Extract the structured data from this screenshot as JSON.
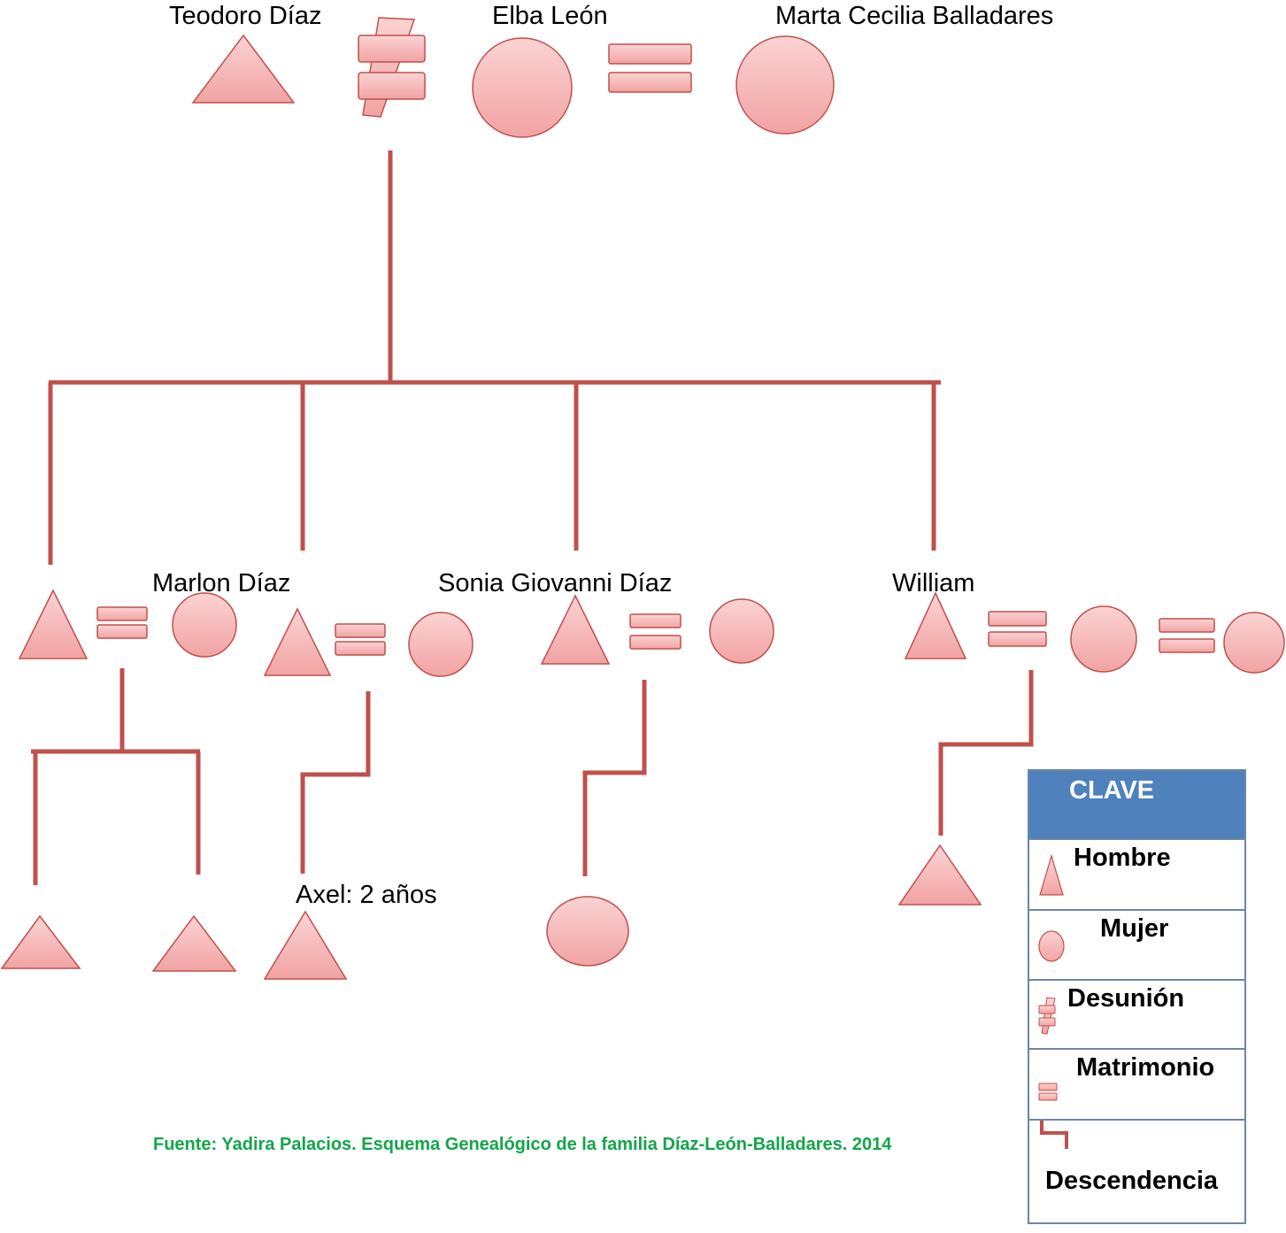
{
  "people": {
    "teodoro": "Teodoro Díaz",
    "elba": "Elba León",
    "marta": "Marta Cecilia Balladares",
    "marlon": "Marlon Díaz",
    "sonia": "Sonia Giovanni Díaz",
    "william": "William",
    "axel": "Axel: 2 años"
  },
  "source": "Fuente: Yadira Palacios. Esquema Genealógico de la familia Díaz-León-Balladares. 2014",
  "legend": {
    "title": "CLAVE",
    "items": [
      {
        "label": "Hombre",
        "icon": "triangle-icon"
      },
      {
        "label": "Mujer",
        "icon": "circle-icon"
      },
      {
        "label": "Desunión",
        "icon": "not-equal-icon"
      },
      {
        "label": "Matrimonio",
        "icon": "equal-icon"
      },
      {
        "label": "Descendencia",
        "icon": "descent-line-icon"
      }
    ]
  },
  "colors": {
    "shape_fill": "#f7b5b5",
    "shape_stroke": "#c0504d",
    "line": "#c0504d",
    "legend_header": "#4f81bd",
    "source_text": "#12a54a"
  }
}
